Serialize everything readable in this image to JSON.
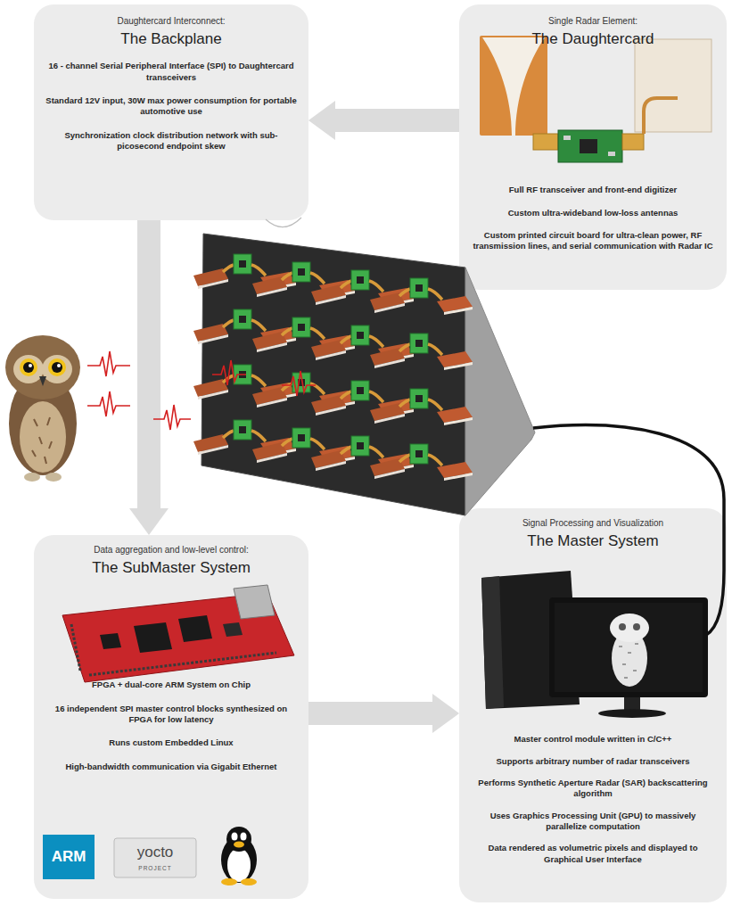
{
  "diagram": {
    "nodes": [
      {
        "text": [
          "Daughtercard Interconnect:",
          "The Backplane",
          "16 - channel Serial Peripheral Interface (SPI) to Daughtercard transceivers",
          "Standard 12V input, 30W max power consumption for portable automotive use",
          "Synchronization clock distribution network with sub-picosecond endpoint skew"
        ]
      },
      {
        "text": [
          "Single Radar Element:",
          "The Daughtercard",
          "Full RF transceiver and front-end digitizer",
          "Custom ultra-wideband low-loss antennas",
          "Custom printed circuit board for ultra-clean power, RF transmission lines, and serial communication with Radar IC"
        ]
      },
      {
        "text": [
          "Data aggregation and low-level control:",
          "The SubMaster System",
          "FPGA + dual-core ARM System on Chip",
          "16 independent SPI master control blocks synthesized on FPGA for low latency",
          "Runs custom Embedded Linux",
          "High-bandwidth communication via Gigabit Ethernet"
        ]
      },
      {
        "text": [
          "Signal Processing and Visualization",
          "The Master System",
          "Master control module written in C/C++",
          "Supports arbitrary number of radar transceivers",
          "Performs Synthetic Aperture Radar (SAR) backscattering algorithm",
          "Uses Graphics Processing Unit (GPU) to massively parallelize computation",
          "Data rendered as volumetric pixels and displayed to Graphical User Interface"
        ]
      }
    ],
    "edges": [
      {
        "from": 1,
        "to": 0,
        "arrow": "to"
      },
      {
        "from": 0,
        "to": 2,
        "arrow": "to"
      },
      {
        "from": 2,
        "to": 3,
        "arrow": "to"
      }
    ],
    "labels": [
      "ARM",
      "yocto",
      "PROJECT"
    ]
  }
}
